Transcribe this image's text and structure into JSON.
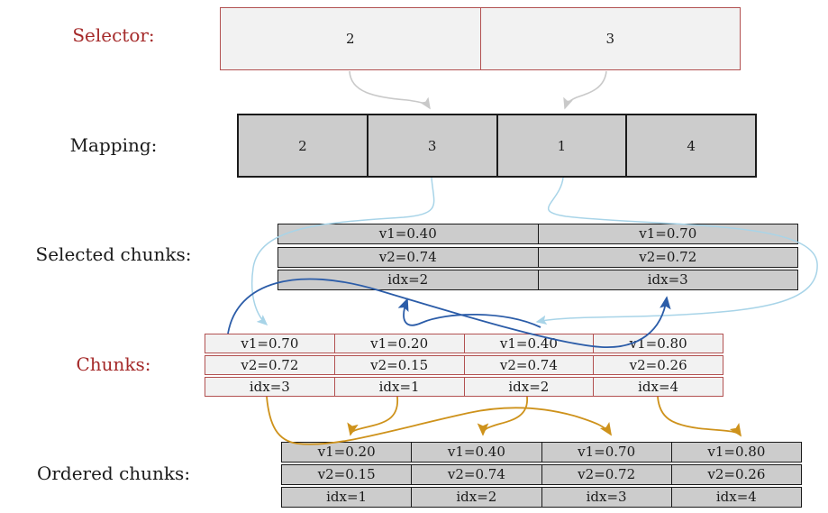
{
  "figure": {
    "description": "Flow diagram showing how a selector picks entries of a mapping, which select chunks that are then reordered",
    "colors": {
      "red_accent": "#A52A2A",
      "red_border": "#B25151",
      "light_fill": "#F2F2F2",
      "dark_fill": "#CCCCCC",
      "black_border": "#1A1A1A",
      "arrow_gray": "#C9C9C9",
      "arrow_lightblue": "#A8D4E8",
      "arrow_darkblue": "#2B5CA8",
      "arrow_orange": "#CE921B"
    }
  },
  "tables": {
    "selector": {
      "label": "Selector:",
      "cells": [
        "2",
        "3"
      ]
    },
    "mapping": {
      "label": "Mapping:",
      "cells": [
        "2",
        "3",
        "1",
        "4"
      ]
    },
    "selected": {
      "label": "Selected chunks:",
      "rows": [
        [
          "v1=0.40",
          "v1=0.70"
        ],
        [
          "v2=0.74",
          "v2=0.72"
        ],
        [
          "idx=2",
          "idx=3"
        ]
      ]
    },
    "chunks": {
      "label": "Chunks:",
      "rows": [
        [
          "v1=0.70",
          "v1=0.20",
          "v1=0.40",
          "v1=0.80"
        ],
        [
          "v2=0.72",
          "v2=0.15",
          "v2=0.74",
          "v2=0.26"
        ],
        [
          "idx=3",
          "idx=1",
          "idx=2",
          "idx=4"
        ]
      ]
    },
    "ordered": {
      "label": "Ordered chunks:",
      "rows": [
        [
          "v1=0.20",
          "v1=0.40",
          "v1=0.70",
          "v1=0.80"
        ],
        [
          "v2=0.15",
          "v2=0.74",
          "v2=0.72",
          "v2=0.26"
        ],
        [
          "idx=1",
          "idx=2",
          "idx=3",
          "idx=4"
        ]
      ]
    }
  },
  "arrows": [
    {
      "color": "gray",
      "from": "selector cell 2",
      "to": "mapping cell 3"
    },
    {
      "color": "gray",
      "from": "selector cell 3",
      "to": "mapping cell 1"
    },
    {
      "color": "lightblue",
      "from": "mapping cell 3",
      "to": "chunk idx=3"
    },
    {
      "color": "lightblue",
      "from": "mapping cell 1",
      "to": "chunk idx=2"
    },
    {
      "color": "darkblue",
      "from": "chunk idx=3",
      "to": "selected chunk idx=3"
    },
    {
      "color": "darkblue",
      "from": "chunk idx=2",
      "to": "selected chunk idx=2"
    },
    {
      "color": "orange",
      "from": "chunk idx=3",
      "to": "ordered position 3"
    },
    {
      "color": "orange",
      "from": "chunk idx=1",
      "to": "ordered position 1"
    },
    {
      "color": "orange",
      "from": "chunk idx=2",
      "to": "ordered position 2"
    },
    {
      "color": "orange",
      "from": "chunk idx=4",
      "to": "ordered position 4"
    }
  ]
}
